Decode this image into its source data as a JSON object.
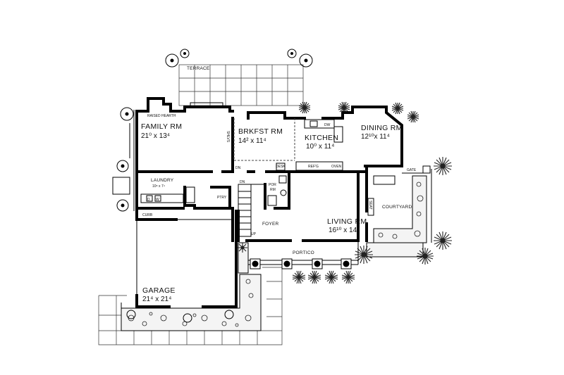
{
  "rooms": {
    "terrace": "TERRACE",
    "raised_hearth": "RAISED HEARTH",
    "family": {
      "name": "FAMILY RM",
      "dim": "21⁰ x 13⁴"
    },
    "brkfst": {
      "name": "BRKFST RM",
      "dim": "14² x 11⁴"
    },
    "kitchen": {
      "name": "KITCHEN",
      "dim": "10⁰ x 11⁴"
    },
    "dining": {
      "name": "DINING RM",
      "dim": "12¹⁰x 11⁴"
    },
    "laundry": {
      "name": "LAUNDRY",
      "dim": "10⁸ x 7⁴"
    },
    "living": {
      "name": "LIVING RM",
      "dim": "16¹⁰ x 14⁸"
    },
    "foyer": "FOYER",
    "portico": "PORTICO",
    "courtyard": "COURTYARD",
    "garage": {
      "name": "GARAGE",
      "dim": "21⁴ x 21⁴"
    }
  },
  "fixtures": {
    "por_rm_1": "POR",
    "por_rm_2": "RM",
    "ptry": "PTRY",
    "curb": "CURB",
    "gate": "GATE",
    "shelves": "SHLVS",
    "washer": "W",
    "dryer": "D",
    "dw": "DW",
    "refg": "REF'G",
    "oven": "OVEN",
    "desk": "DESK",
    "dn": "DN",
    "up": "UP",
    "seat": "SEAT"
  },
  "colors": {
    "ink": "#000000",
    "background": "#ffffff",
    "shrub": "#222222"
  }
}
